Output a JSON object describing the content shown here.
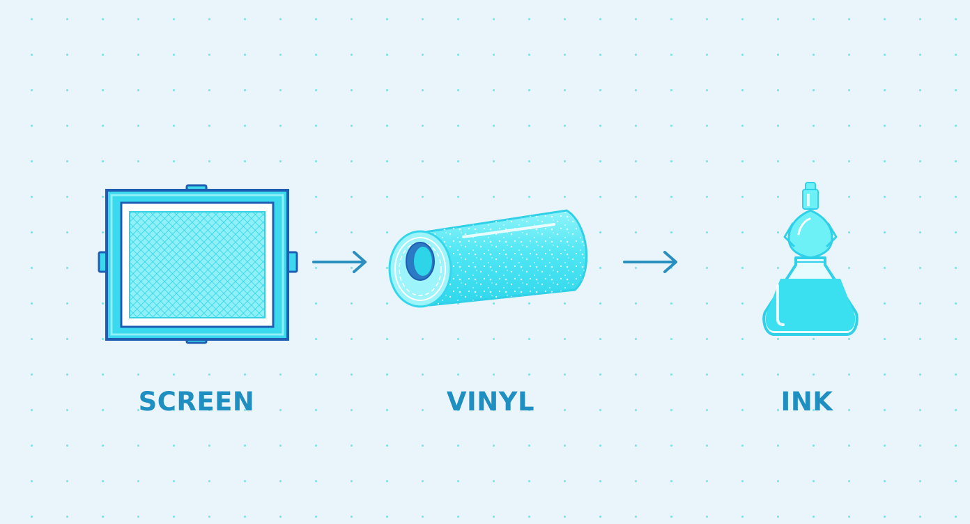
{
  "steps": [
    {
      "label": "SCREEN",
      "icon": "screen-frame-icon"
    },
    {
      "label": "VINYL",
      "icon": "vinyl-roll-icon"
    },
    {
      "label": "INK",
      "icon": "ink-bottle-icon"
    }
  ],
  "colors": {
    "background": "#eaf5fb",
    "grid_dot": "#7fe3e6",
    "label": "#1e8fc0",
    "arrow": "#2a8fbf",
    "cyan": "#38e0f0",
    "cyan_light": "#8ff0f7",
    "outline_dark": "#1f5db3"
  }
}
